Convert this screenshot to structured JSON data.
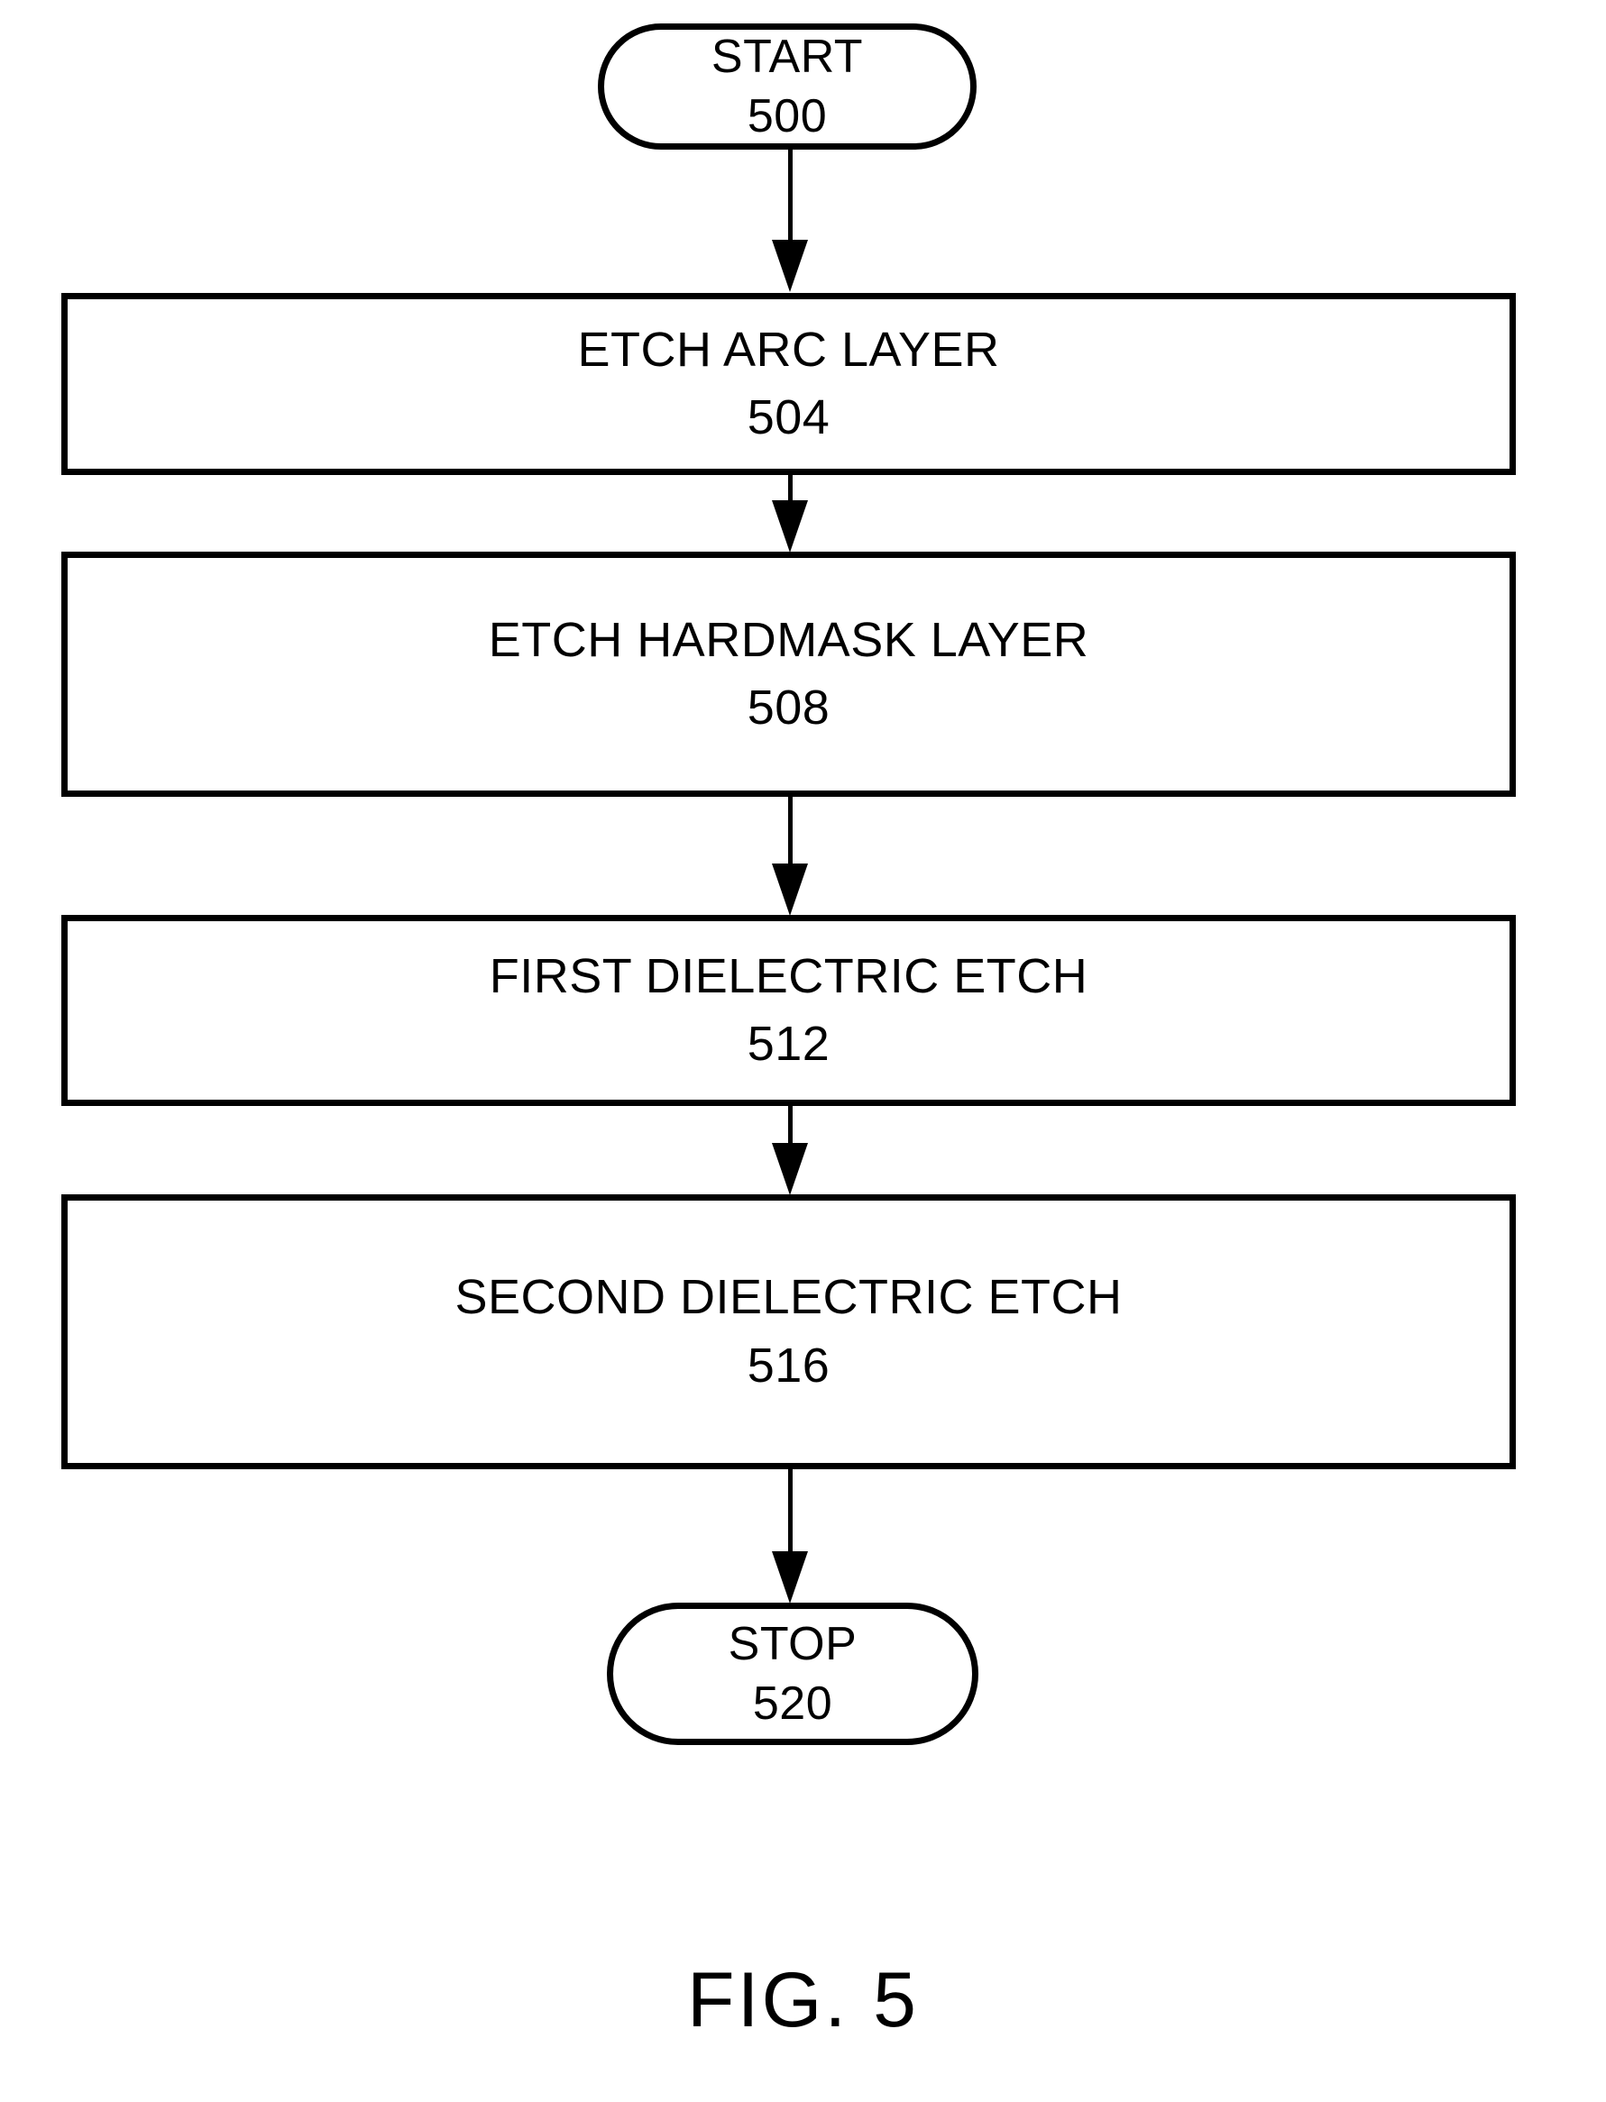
{
  "figure": {
    "caption": "FIG. 5",
    "background_color": "#ffffff",
    "line_color": "#000000"
  },
  "flowchart": {
    "type": "process-flow",
    "orientation": "top-to-bottom",
    "nodes": [
      {
        "id": "start",
        "shape": "terminator",
        "label": "START",
        "ref": "500"
      },
      {
        "id": "box_504",
        "shape": "process",
        "label": "ETCH ARC LAYER",
        "ref": "504"
      },
      {
        "id": "box_508",
        "shape": "process",
        "label": "ETCH HARDMASK LAYER",
        "ref": "508"
      },
      {
        "id": "box_512",
        "shape": "process",
        "label": "FIRST DIELECTRIC ETCH",
        "ref": "512"
      },
      {
        "id": "box_516",
        "shape": "process",
        "label": "SECOND DIELECTRIC ETCH",
        "ref": "516"
      },
      {
        "id": "stop",
        "shape": "terminator",
        "label": "STOP",
        "ref": "520"
      }
    ],
    "edges": [
      {
        "from": "start",
        "to": "box_504",
        "style": "solid-arrow-down"
      },
      {
        "from": "box_504",
        "to": "box_508",
        "style": "solid-arrow-down"
      },
      {
        "from": "box_508",
        "to": "box_512",
        "style": "solid-arrow-down"
      },
      {
        "from": "box_512",
        "to": "box_516",
        "style": "solid-arrow-down"
      },
      {
        "from": "box_516",
        "to": "stop",
        "style": "solid-arrow-down"
      }
    ]
  }
}
